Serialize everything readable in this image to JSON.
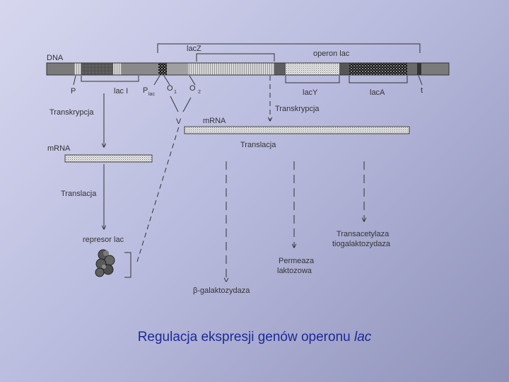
{
  "diagram": {
    "dna_label": "DNA",
    "lacZ_label": "lacZ",
    "operon_label": "operon lac",
    "P_label": "P",
    "lacI_label": "lac I",
    "Plac_P": "P",
    "Plac_sub": "lac",
    "O1_main": "O",
    "O1_sub": "1",
    "O2_main": "O",
    "O2_sub": "2",
    "lacY_label": "lacY",
    "lacA_label": "lacA",
    "t_label": "t",
    "transkrypcja_left": "Transkrypcja",
    "transkrypcja_right": "Transkrypcja",
    "mrna_left": "mRNA",
    "mrna_right": "mRNA",
    "translacja_left": "Translacja",
    "translacja_right": "Translacja",
    "represor_label": "represor lac",
    "transacetylaza_l1": "Transacetylaza",
    "transacetylaza_l2": "tiogalaktozydaza",
    "permeaza_l1": "Permeaza",
    "permeaza_l2": "laktozowa",
    "galaktozydaza": "β-galaktozydaza"
  },
  "caption": {
    "text": "Regulacja ekspresji genów operonu ",
    "italic": "lac"
  },
  "colors": {
    "caption": "#1a2a9a",
    "line": "#333333"
  }
}
